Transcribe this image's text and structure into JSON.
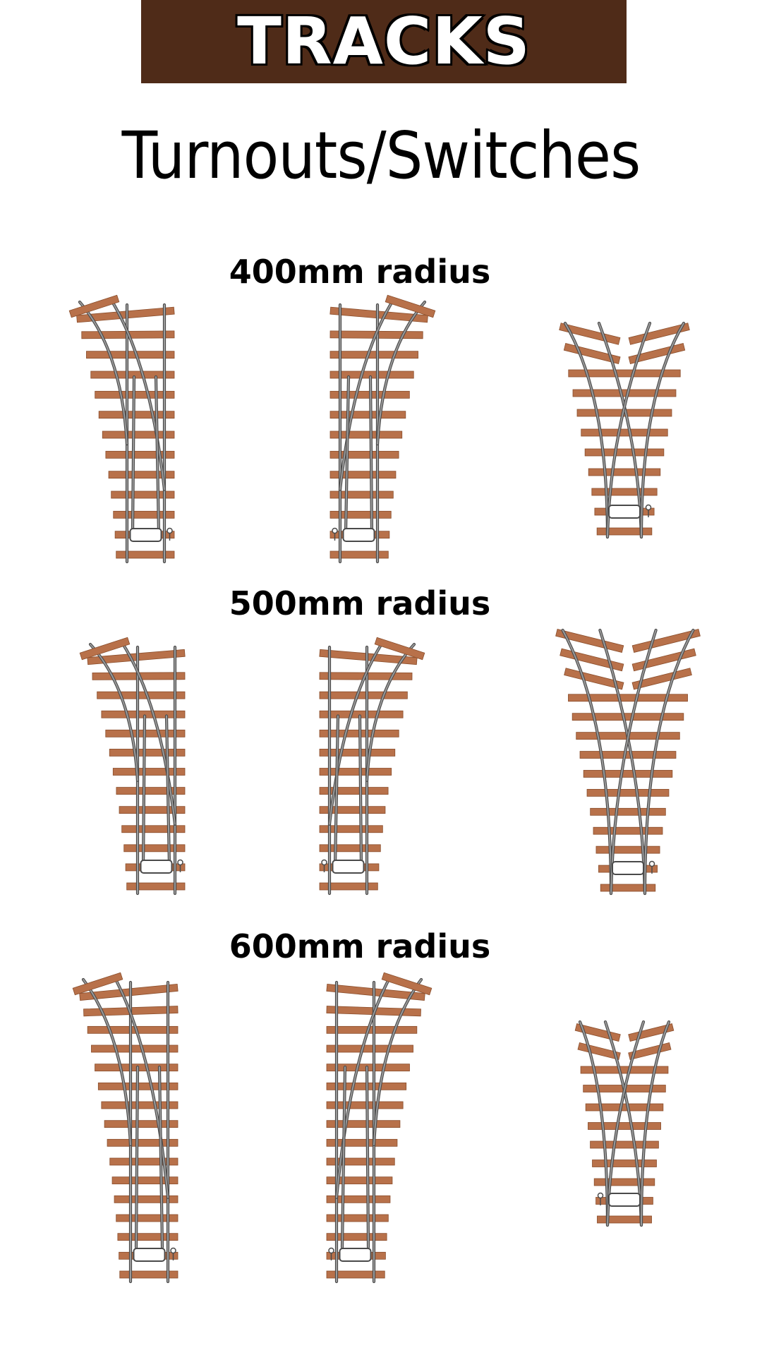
{
  "banner": {
    "title": "TRACKS"
  },
  "page_title": "Turnouts/Switches",
  "colors": {
    "banner_bg": "#4f2b18",
    "sleeper": "#b8714a",
    "sleeper_edge": "#8a4e2c",
    "rail": "#9a9a9a",
    "rail_edge": "#4a4a4a"
  },
  "sections": [
    {
      "heading": "400mm radius",
      "turnouts": [
        {
          "type": "left-hand",
          "icon": "left-turnout-icon"
        },
        {
          "type": "right-hand",
          "icon": "right-turnout-icon"
        },
        {
          "type": "wye",
          "icon": "wye-turnout-icon"
        }
      ]
    },
    {
      "heading": "500mm radius",
      "turnouts": [
        {
          "type": "left-hand",
          "icon": "left-turnout-icon"
        },
        {
          "type": "right-hand",
          "icon": "right-turnout-icon"
        },
        {
          "type": "wye",
          "icon": "wye-turnout-icon"
        }
      ]
    },
    {
      "heading": "600mm radius",
      "turnouts": [
        {
          "type": "left-hand",
          "icon": "left-turnout-icon"
        },
        {
          "type": "right-hand",
          "icon": "right-turnout-icon"
        },
        {
          "type": "wye",
          "icon": "wye-turnout-icon"
        }
      ]
    }
  ]
}
